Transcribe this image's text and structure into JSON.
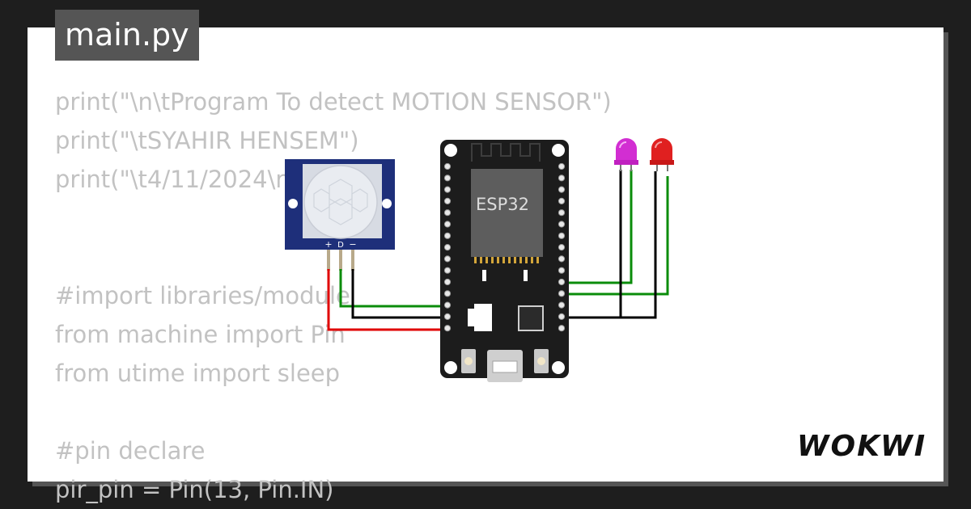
{
  "tab": {
    "filename": "main.py"
  },
  "code_lines": [
    "print(\"\\n\\tProgram To detect MOTION SENSOR\")",
    "print(\"\\tSYAHIR HENSEM\")",
    "print(\"\\t4/11/2024\\n\")",
    "",
    "",
    "#import libraries/module",
    "from machine import Pin",
    "from utime import sleep",
    "",
    "#pin declare",
    "pir_pin = Pin(13, Pin.IN)"
  ],
  "board": {
    "label": "ESP32"
  },
  "pir": {
    "pin_labels": [
      "+",
      "D",
      "−"
    ]
  },
  "brand": {
    "name": "WOKWI"
  },
  "colors": {
    "background": "#1e1e1e",
    "card": "#ffffff",
    "tab": "#555555",
    "code_text": "#c2c2c2",
    "board": "#1c1c1c",
    "chip": "#5d5d5d",
    "pir_pcb": "#1e2f7a",
    "wire_green": "#0a8c0a",
    "wire_black": "#000000",
    "wire_red": "#e00000",
    "led_magenta": "#d22ed2",
    "led_red": "#e02020"
  }
}
